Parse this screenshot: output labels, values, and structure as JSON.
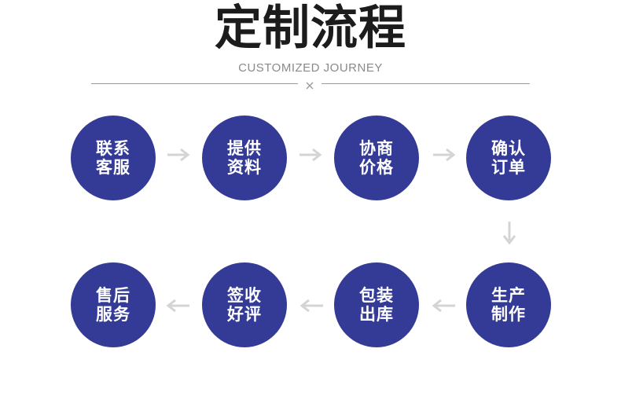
{
  "header": {
    "title": "定制流程",
    "subtitle": "CUSTOMIZED JOURNEY"
  },
  "colors": {
    "circle": "#343b96",
    "arrow": "#d4d4d4",
    "title": "#1c1c1c",
    "subtitle": "#8a8a8a"
  },
  "steps": [
    {
      "line1": "联系",
      "line2": "客服"
    },
    {
      "line1": "提供",
      "line2": "资料"
    },
    {
      "line1": "协商",
      "line2": "价格"
    },
    {
      "line1": "确认",
      "line2": "订单"
    },
    {
      "line1": "生产",
      "line2": "制作"
    },
    {
      "line1": "包装",
      "line2": "出库"
    },
    {
      "line1": "签收",
      "line2": "好评"
    },
    {
      "line1": "售后",
      "line2": "服务"
    }
  ],
  "icons": {
    "divider_mark": "close-icon",
    "arrow_right": "arrow-right-icon",
    "arrow_down": "arrow-down-icon",
    "arrow_left": "arrow-left-icon"
  }
}
